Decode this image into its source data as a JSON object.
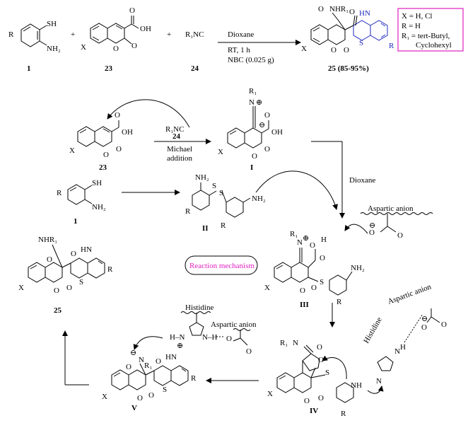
{
  "reaction": {
    "cmpd_1": "1",
    "cmpd_23": "23",
    "cmpd_24": "24",
    "product": "25 (85-95%)",
    "reagent_R1NC": "R₁NC",
    "plus": "+",
    "cond_solvent": "Dioxane",
    "cond_time": "RT, 1 h",
    "cond_catalyst": "NBC (0.025 g)",
    "legend_x": "X = H, Cl",
    "legend_r": "R = H",
    "legend_r1_a": "R₁ = tert-Butyl,",
    "legend_r1_b": "Cyclohexyl"
  },
  "mechanism": {
    "title": "Reaction mechanism",
    "step_reagent": "R₁NC",
    "step_reagent_num": "24",
    "step_michael_a": "Michael",
    "step_michael_b": "addition",
    "step_dioxane": "Dioxane",
    "aspartic_1": "Aspartic anion",
    "aspartic_2": "Aspartic anion",
    "aspartic_3": "Aspartic anion",
    "histidine_1": "Histidine",
    "histidine_2": "Histidine",
    "int_I": "I",
    "int_II": "II",
    "int_III": "III",
    "int_IV": "IV",
    "int_V": "V",
    "cmpd_23": "23",
    "cmpd_1": "1",
    "cmpd_25": "25"
  },
  "atoms": {
    "SH": "SH",
    "NH2": "NH₂",
    "R": "R",
    "X": "X",
    "OH": "OH",
    "O": "O",
    "H": "H",
    "N": "N",
    "S": "S",
    "NHR1": "NHR₁",
    "NH": "NH",
    "R1": "R₁",
    "R1N": "R₁",
    "NH_": "NH",
    "HN": "H–N",
    "N_H": "N–H",
    "minus": "⊖",
    "plus": "⊕"
  }
}
